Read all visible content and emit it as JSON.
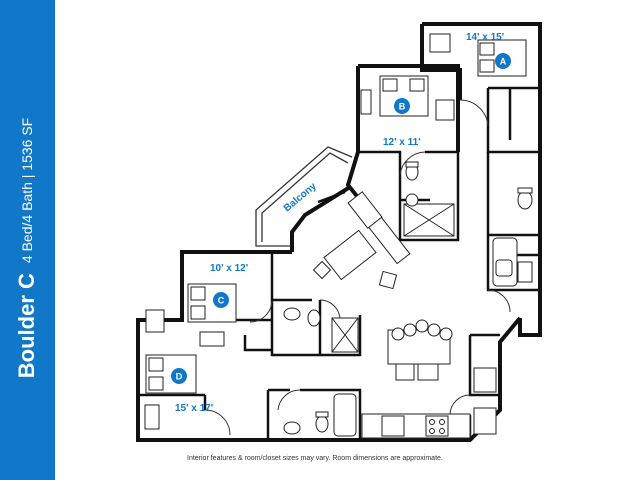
{
  "sidebar": {
    "plan_name": "Boulder C",
    "plan_details": "4 Bed/4 Bath | 1536 SF",
    "background_color": "#1178c9"
  },
  "floorplan": {
    "balcony_label": "Balcony",
    "bedrooms": [
      {
        "badge": "A",
        "dimensions": "14' x 15'"
      },
      {
        "badge": "B",
        "dimensions": "12' x 11'"
      },
      {
        "badge": "C",
        "dimensions": "10' x 12'"
      },
      {
        "badge": "D",
        "dimensions": "15' x 17'"
      }
    ],
    "accent_color": "#1178c9"
  },
  "footer": {
    "disclaimer": "Interior features & room/closet sizes may vary. Room dimensions are approximate."
  }
}
